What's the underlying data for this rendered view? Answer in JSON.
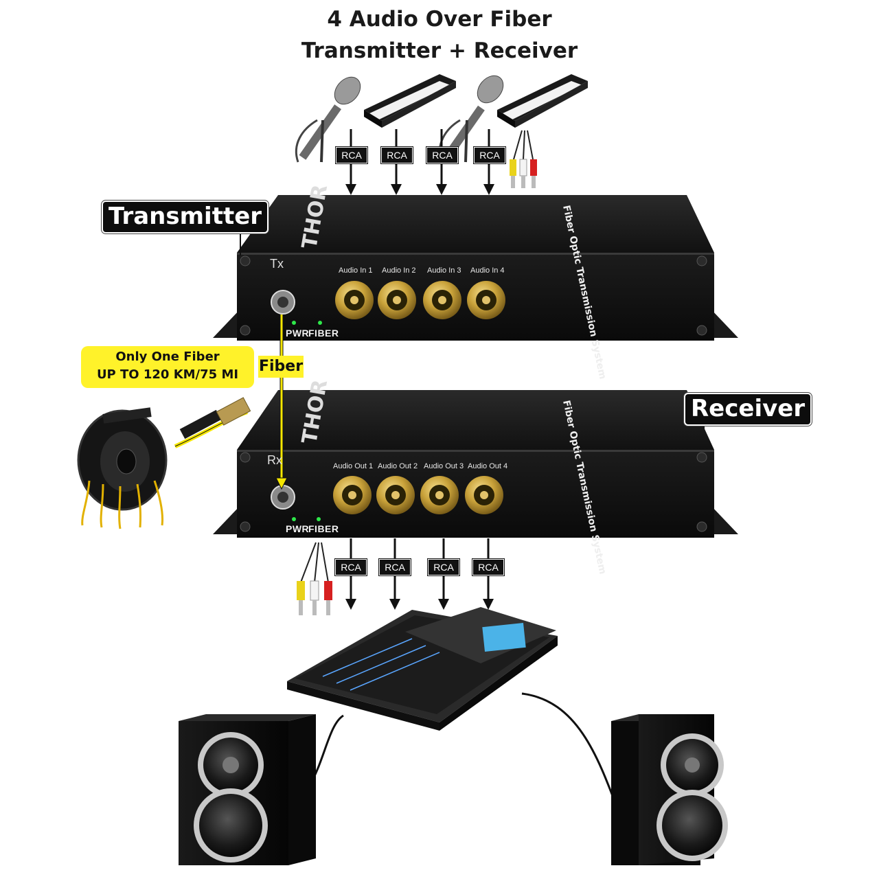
{
  "title": {
    "line1": "4 Audio Over Fiber",
    "line2": "Transmitter + Receiver"
  },
  "transmitter": {
    "label": "Transmitter",
    "port": "Tx",
    "inputs": [
      "Audio In 1",
      "Audio In 2",
      "Audio In 3",
      "Audio In 4"
    ],
    "leds": [
      "PWR",
      "FIBER"
    ]
  },
  "receiver": {
    "label": "Receiver",
    "port": "Rx",
    "outputs": [
      "Audio Out 1",
      "Audio Out 2",
      "Audio Out 3",
      "Audio Out 4"
    ],
    "leds": [
      "PWR",
      "FIBER"
    ]
  },
  "connector_label": "RCA",
  "fiber": {
    "label": "Fiber",
    "note_line1": "Only One Fiber",
    "note_line2": "UP TO 120 KM/75 MI"
  },
  "colors": {
    "fiber": "#f5e600",
    "device": "#141414",
    "gold": "#c9a23a",
    "tag": "#0d0d0d"
  },
  "icons": [
    "microphone-icon",
    "keyboard-icon",
    "rca-cable-icon",
    "fiber-reel-icon",
    "mixer-console-icon",
    "speaker-icon"
  ]
}
